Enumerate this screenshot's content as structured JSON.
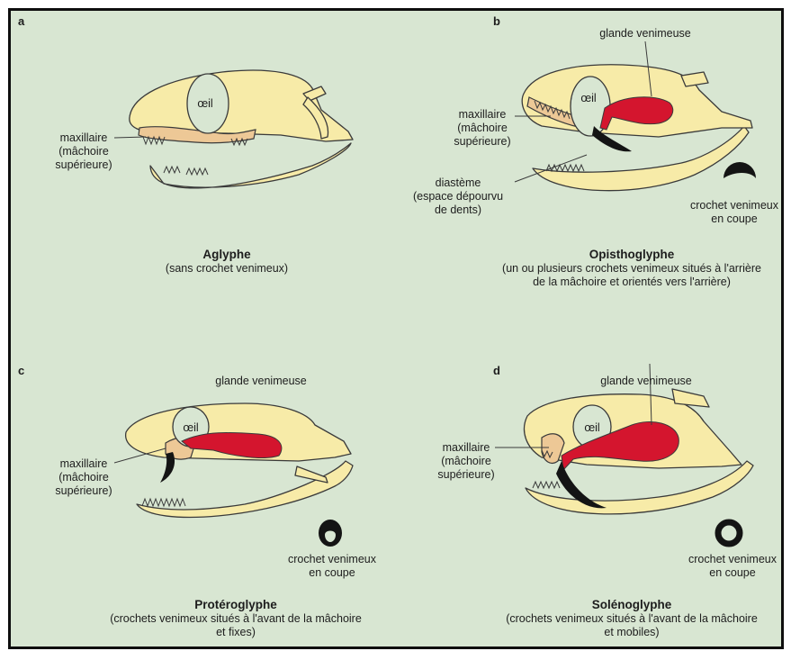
{
  "panels": [
    {
      "letter": "a",
      "eye": "œil",
      "maxillaire": [
        "maxillaire",
        "(mâchoire",
        "supérieure)"
      ],
      "title": "Aglyphe",
      "subtitle": [
        "(sans crochet venimeux)"
      ]
    },
    {
      "letter": "b",
      "gland": "glande venimeuse",
      "eye": "œil",
      "maxillaire": [
        "maxillaire",
        "(mâchoire",
        "supérieure)"
      ],
      "diasteme": [
        "diastème",
        "(espace dépourvu",
        "de dents)"
      ],
      "section": [
        "crochet venimeux",
        "en coupe"
      ],
      "title": "Opisthoglyphe",
      "subtitle": [
        "(un ou plusieurs crochets venimeux situés à l'arrière",
        "de la mâchoire et orientés vers l'arrière)"
      ]
    },
    {
      "letter": "c",
      "gland": "glande venimeuse",
      "eye": "œil",
      "maxillaire": [
        "maxillaire",
        "(mâchoire",
        "supérieure)"
      ],
      "section": [
        "crochet venimeux",
        "en coupe"
      ],
      "title": "Protéroglyphe",
      "subtitle": [
        "(crochets venimeux situés à l'avant de la mâchoire",
        "et fixes)"
      ]
    },
    {
      "letter": "d",
      "gland": "glande venimeuse",
      "eye": "œil",
      "maxillaire": [
        "maxillaire",
        "(mâchoire",
        "supérieure)"
      ],
      "section": [
        "crochet venimeux",
        "en coupe"
      ],
      "title": "Solénoglyphe",
      "subtitle": [
        "(crochets venimeux situés à l'avant de la mâchoire",
        "et mobiles)"
      ]
    }
  ],
  "colors": {
    "background": "#d8e6d2",
    "bone": "#f7eba8",
    "maxilla": "#edc896",
    "venom": "#d4152e",
    "fang": "#141414",
    "outline": "#3a3a3a"
  }
}
